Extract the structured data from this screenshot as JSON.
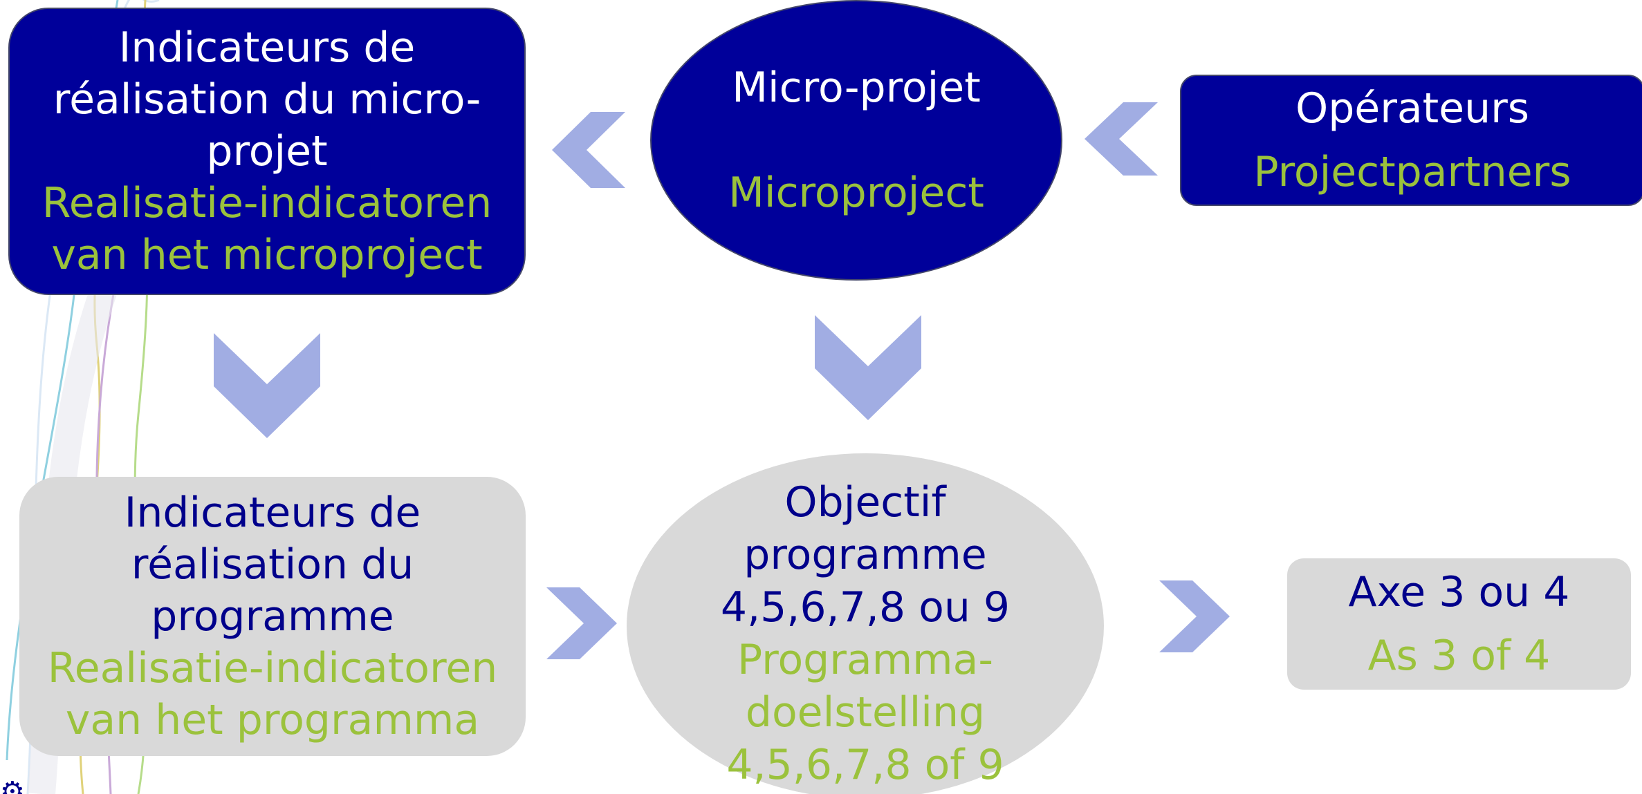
{
  "nodes": {
    "indicateurs_micro": {
      "fr": "Indicateurs de\nréalisation du micro-\nprojet",
      "nl": "Realisatie-indicatoren\nvan het microproject"
    },
    "micro_projet": {
      "fr": "Micro-projet",
      "nl": "Microproject"
    },
    "operateurs": {
      "fr": "Opérateurs",
      "nl": "Projectpartners"
    },
    "indicateurs_programme": {
      "fr": "Indicateurs de\nréalisation  du\nprogramme",
      "nl": "Realisatie-indicatoren\nvan het programma"
    },
    "objectif": {
      "fr": "Objectif\nprogramme\n4,5,6,7,8 ou 9",
      "nl": "Programma-\ndoelstelling\n4,5,6,7,8 of 9"
    },
    "axe": {
      "fr": "Axe 3 ou 4",
      "nl": "As 3 of 4"
    }
  },
  "colors": {
    "dark_box": "#00009a",
    "light_box": "#d9d9d9",
    "french_text_on_light": "#00008b",
    "dutch_text": "#9bc23c",
    "arrow": "#a1ade3"
  },
  "icons": {
    "corner_logo": "gear-icon"
  }
}
